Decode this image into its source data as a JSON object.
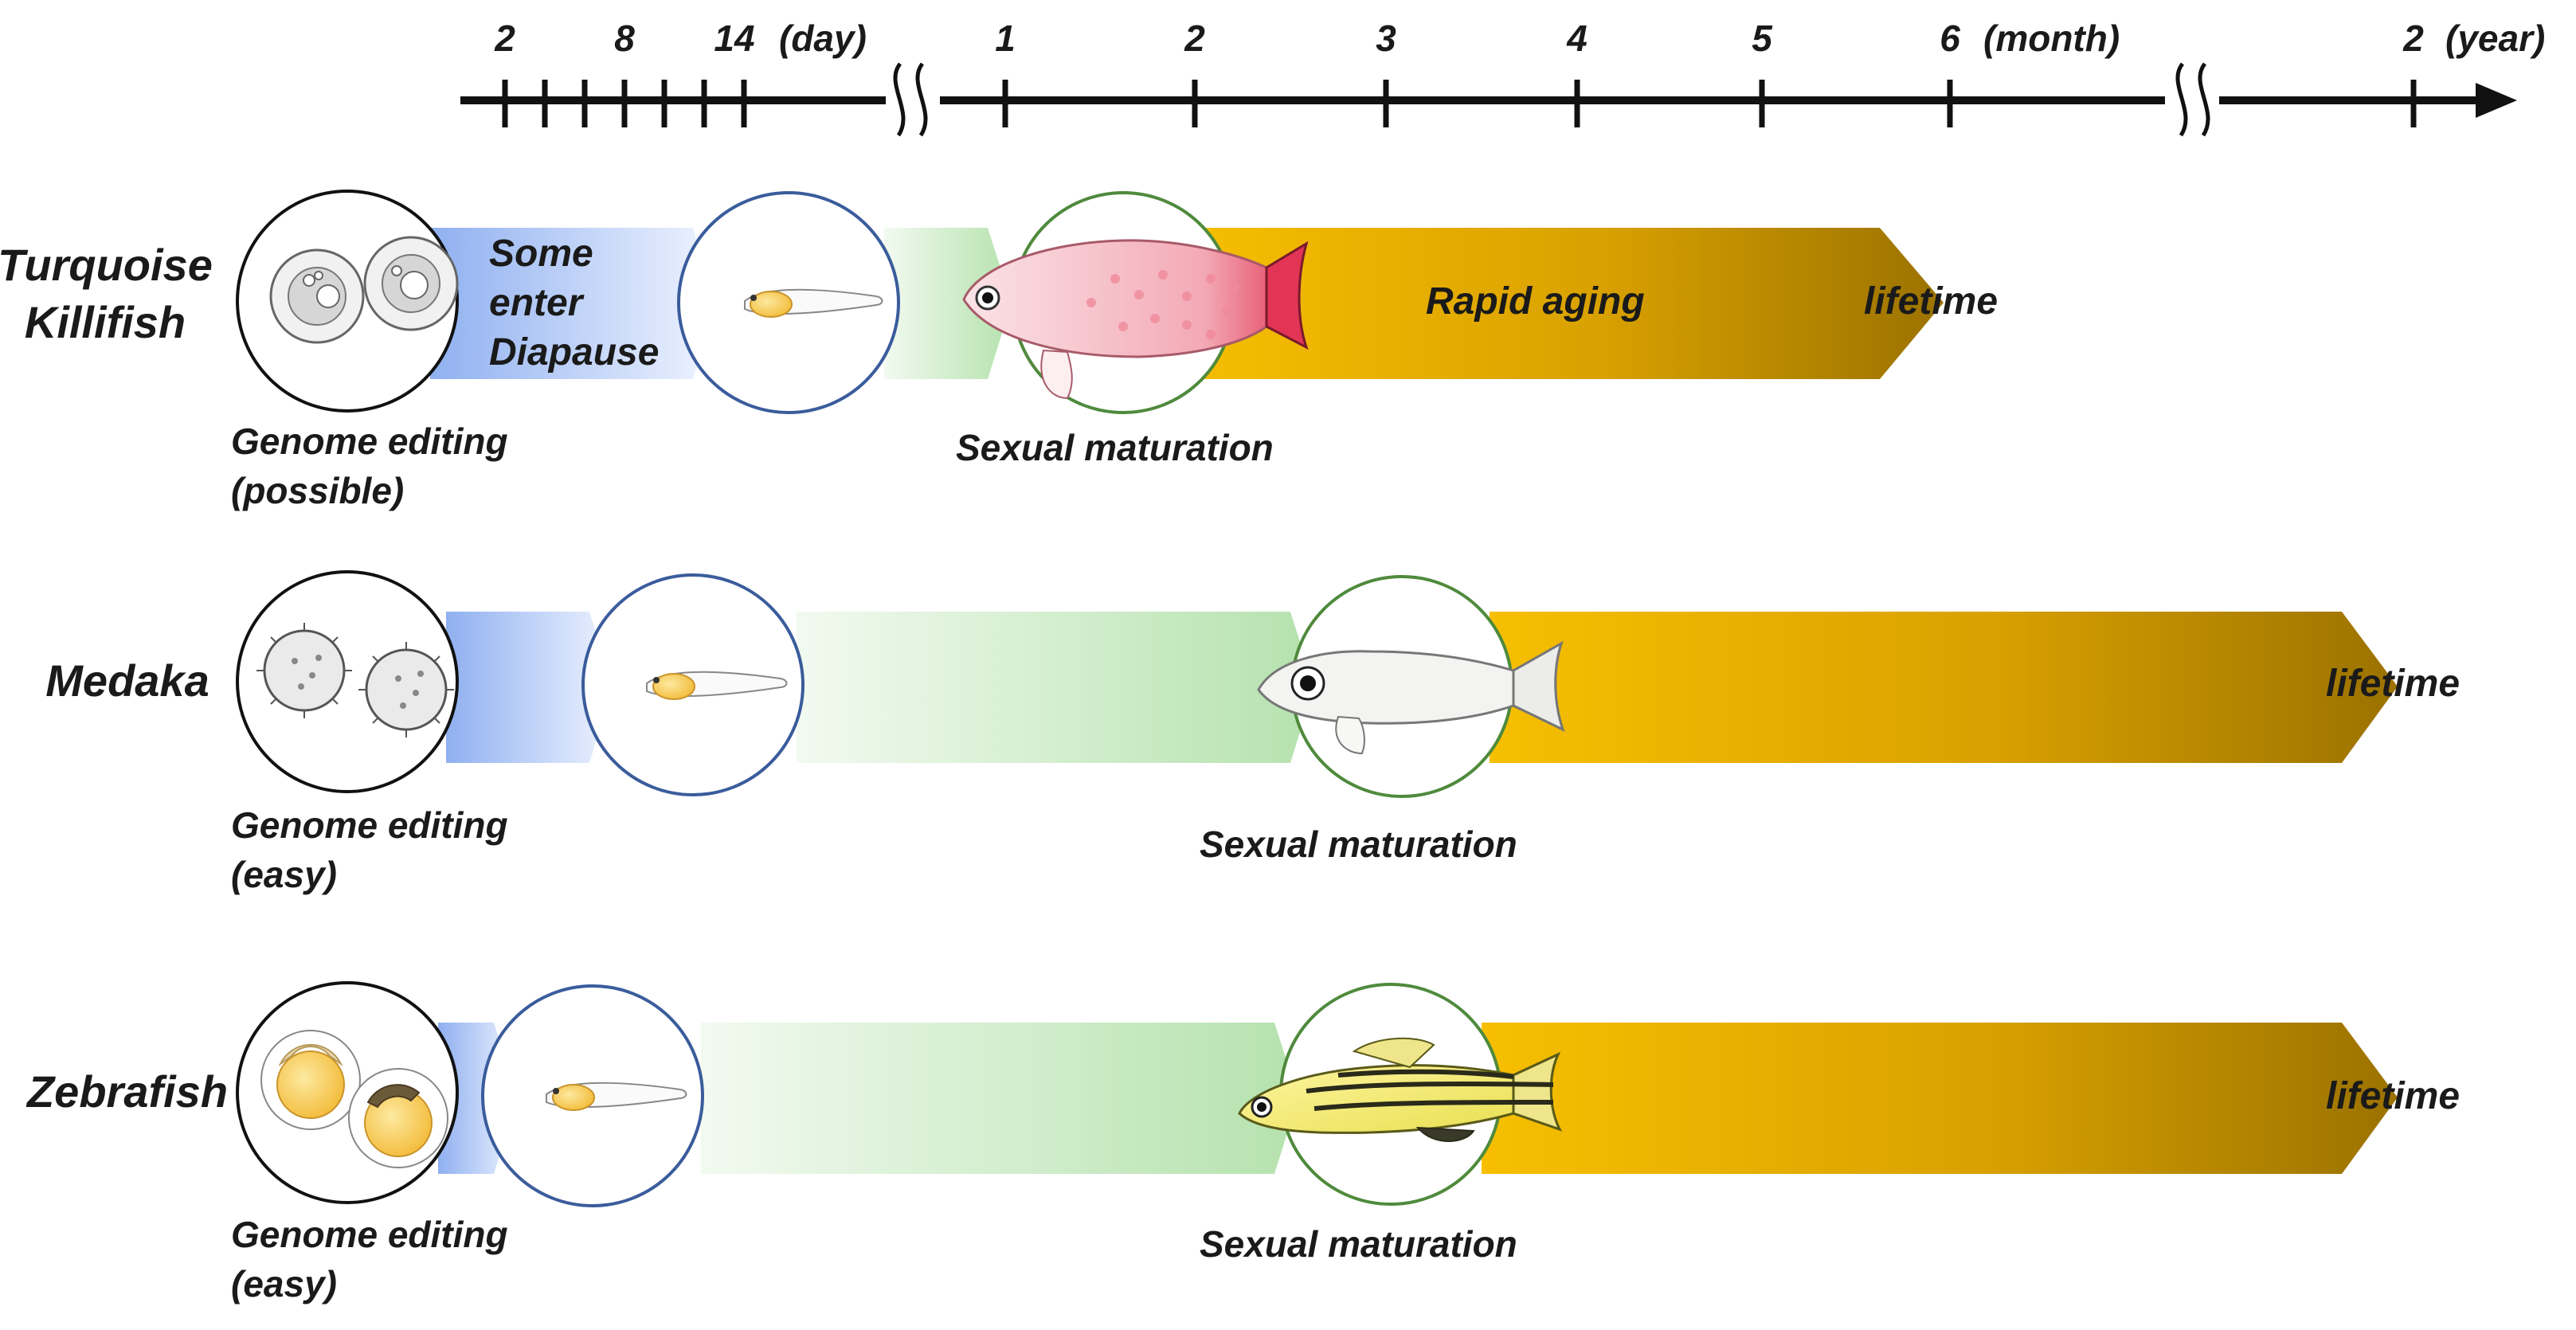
{
  "timeline": {
    "day_ticks": [
      "2",
      "8",
      "14"
    ],
    "day_unit": "(day)",
    "month_ticks": [
      "1",
      "2",
      "3",
      "4",
      "5",
      "6"
    ],
    "month_unit": "(month)",
    "year_ticks": [
      "2"
    ],
    "year_unit": "(year)"
  },
  "rows": [
    {
      "species": [
        "Turquoise",
        "Killifish"
      ],
      "egg_caption": [
        "Genome editing",
        "(possible)"
      ],
      "diapause_label": [
        "Some",
        "enter",
        "Diapause"
      ],
      "aging_label": "Rapid aging",
      "lifetime_label": "lifetime",
      "maturation_label": "Sexual maturation"
    },
    {
      "species": [
        "Medaka"
      ],
      "egg_caption": [
        "Genome editing",
        "(easy)"
      ],
      "lifetime_label": "lifetime",
      "maturation_label": "Sexual maturation"
    },
    {
      "species": [
        "Zebrafish"
      ],
      "egg_caption": [
        "Genome editing",
        "(easy)"
      ],
      "lifetime_label": "lifetime",
      "maturation_label": "Sexual maturation"
    }
  ],
  "colors": {
    "embryo_phase": "#8fb0f0",
    "juvenile_phase": "#bde6b8",
    "adult_phase_start": "#f7bf00",
    "adult_phase_end": "#9b7200",
    "killifish_body": "#f7c6ce",
    "killifish_tail": "#e23555",
    "zebrafish_stripe": "#2a2a1a",
    "yolk": "#f6c84a",
    "circle_egg": "#111111",
    "circle_larva": "#3a5c9c",
    "circle_adult": "#4f8a3c"
  }
}
